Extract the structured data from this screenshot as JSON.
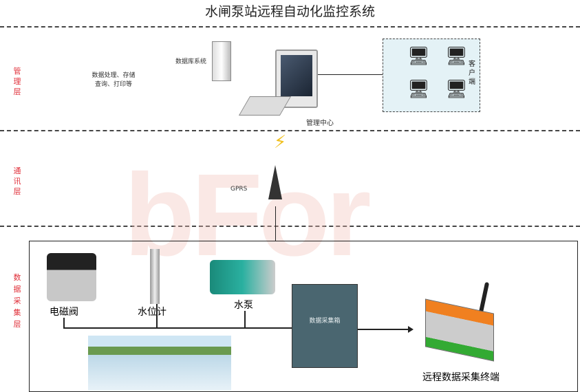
{
  "title": "水闸泵站远程自动化监控系统",
  "layers": {
    "management": "管理层",
    "communication": "通讯层",
    "acquisition": "数据采集层"
  },
  "management": {
    "database": "数据库系统",
    "processing_line1": "数据处理、存储",
    "processing_line2": "查询、打印等",
    "center": "管理中心",
    "client": "客户端"
  },
  "communication": {
    "gprs": "GPRS"
  },
  "acquisition": {
    "valve": "电磁阀",
    "level": "水位计",
    "pump": "水泵",
    "box": "数据采集箱",
    "terminal": "远程数据采集终端"
  },
  "watermark": "bFor"
}
